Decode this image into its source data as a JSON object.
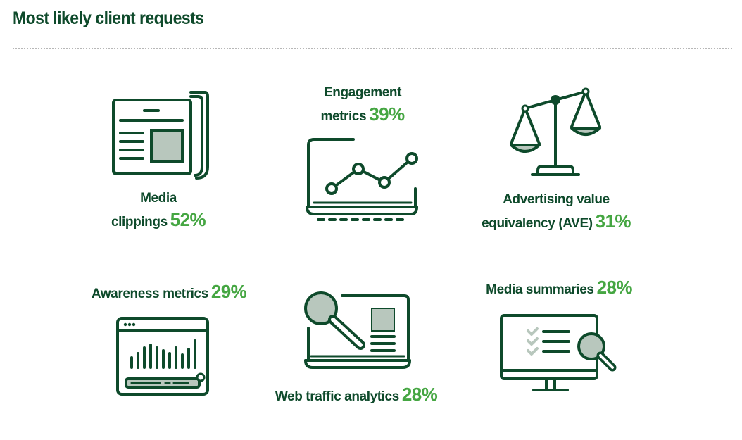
{
  "title": "Most likely client requests",
  "items": [
    {
      "icon": "newspaper-icon",
      "label_lines": [
        "Media",
        "clippings"
      ],
      "value": "52%"
    },
    {
      "icon": "line-chart-icon",
      "label_lines": [
        "Engagement",
        "metrics"
      ],
      "value": "39%"
    },
    {
      "icon": "balance-scale-icon",
      "label_lines": [
        "Advertising value",
        "equivalency (AVE)"
      ],
      "value": "31%"
    },
    {
      "icon": "browser-bar-chart-icon",
      "label_lines": [
        "Awareness metrics"
      ],
      "value": "29%"
    },
    {
      "icon": "magnifier-document-icon",
      "label_lines": [
        "Web traffic analytics"
      ],
      "value": "28%"
    },
    {
      "icon": "monitor-checklist-search-icon",
      "label_lines": [
        "Media summaries"
      ],
      "value": "28%"
    }
  ],
  "colors": {
    "dark_green": "#0e4a2b",
    "accent_green": "#45a642",
    "fill_gray": "#b8c7bd"
  }
}
